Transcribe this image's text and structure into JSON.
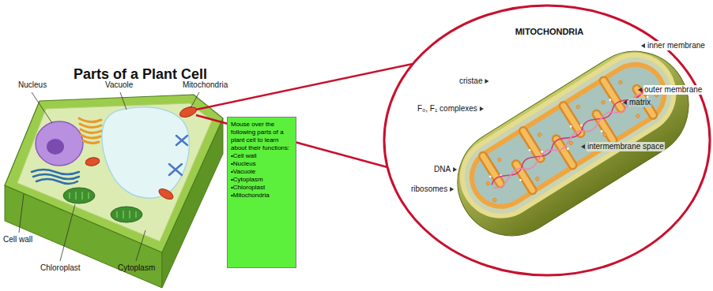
{
  "diagram": {
    "title": "Parts of a Plant Cell",
    "nodes": [
      {
        "text": [
          "Mouse over the following parts of a plant cell to learn about their functions:",
          "•Cell wall",
          "•Nucleus",
          "•Vacuole",
          "•Cytoplasm",
          "•Chloroplast",
          "•Mitochondria"
        ]
      }
    ],
    "labels": [
      "Nucleus",
      "Vacuole",
      "Mitochondria",
      "Cell wall",
      "Chloroplast",
      "Cytoplasm",
      "MITOCHONDRIA",
      "inner membrane",
      "outer membrane",
      "matrix",
      "intermembrane space",
      "cristae",
      "F₀, F₁ complexes",
      "DNA",
      "ribosomes"
    ]
  }
}
